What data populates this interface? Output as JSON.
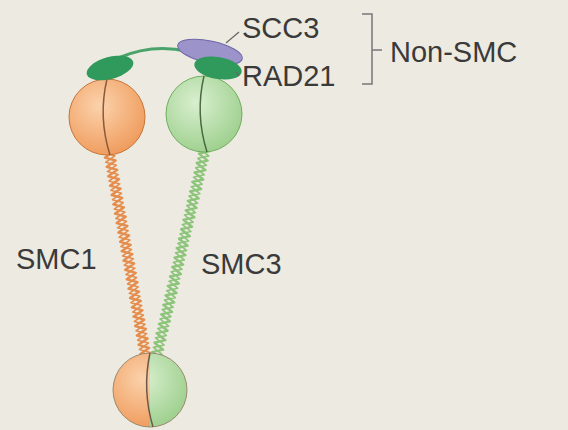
{
  "diagram": {
    "labels": [
      "SCC3",
      "RAD21",
      "Non-SMC",
      "SMC1",
      "SMC3"
    ]
  }
}
